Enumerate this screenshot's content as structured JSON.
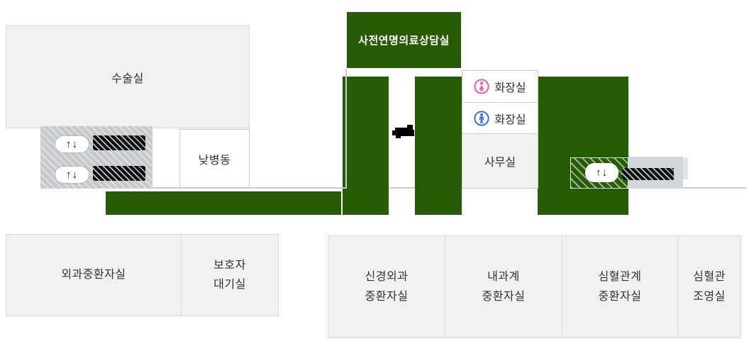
{
  "title": "hospital-floor-map",
  "colors": {
    "green": "#265c06",
    "room_bg": "#f1f1f2",
    "room_border": "#d9d9d9",
    "hatch_gray": "#c8cacd",
    "female_pink": "#ee5ba0",
    "male_blue": "#3a6ce8"
  },
  "rooms": {
    "surgery": {
      "label": "수술실"
    },
    "day_ward": {
      "label": "낮병동"
    },
    "consult_room": {
      "label": "사전연명의료상담실"
    },
    "restroom_female": {
      "label": "화장실"
    },
    "restroom_male": {
      "label": "화장실"
    },
    "office": {
      "label": "사무실"
    },
    "surgical_icu": {
      "label": "외과중환자실"
    },
    "guardian_waiting": {
      "line1": "보호자",
      "line2": "대기실"
    },
    "neuro_icu": {
      "line1": "신경외과",
      "line2": "중환자실"
    },
    "internal_icu": {
      "line1": "내과계",
      "line2": "중환자실"
    },
    "cardio_icu": {
      "line1": "심혈관계",
      "line2": "중환자실"
    },
    "angio_room": {
      "line1": "심혈관",
      "line2": "조영실"
    }
  },
  "elevators": {
    "symbol": "↑↓"
  }
}
